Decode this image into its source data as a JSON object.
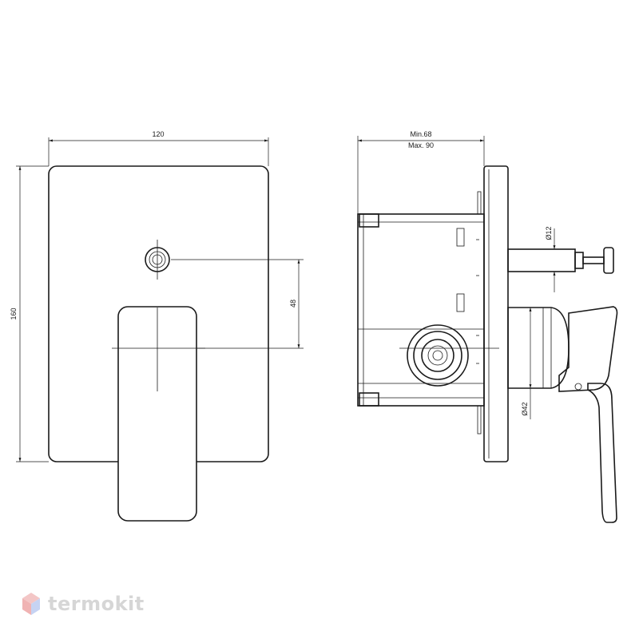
{
  "dimensions": {
    "front_width": "120",
    "front_height": "160",
    "handle_offset": "48",
    "depth_min": "Min.68",
    "depth_max": "Max. 90",
    "stem_diameter": "Ø12",
    "body_diameter": "Ø42"
  },
  "brand": {
    "name": "termokit",
    "logo_colors": [
      "#f3c6c6",
      "#c6d3f3"
    ]
  }
}
